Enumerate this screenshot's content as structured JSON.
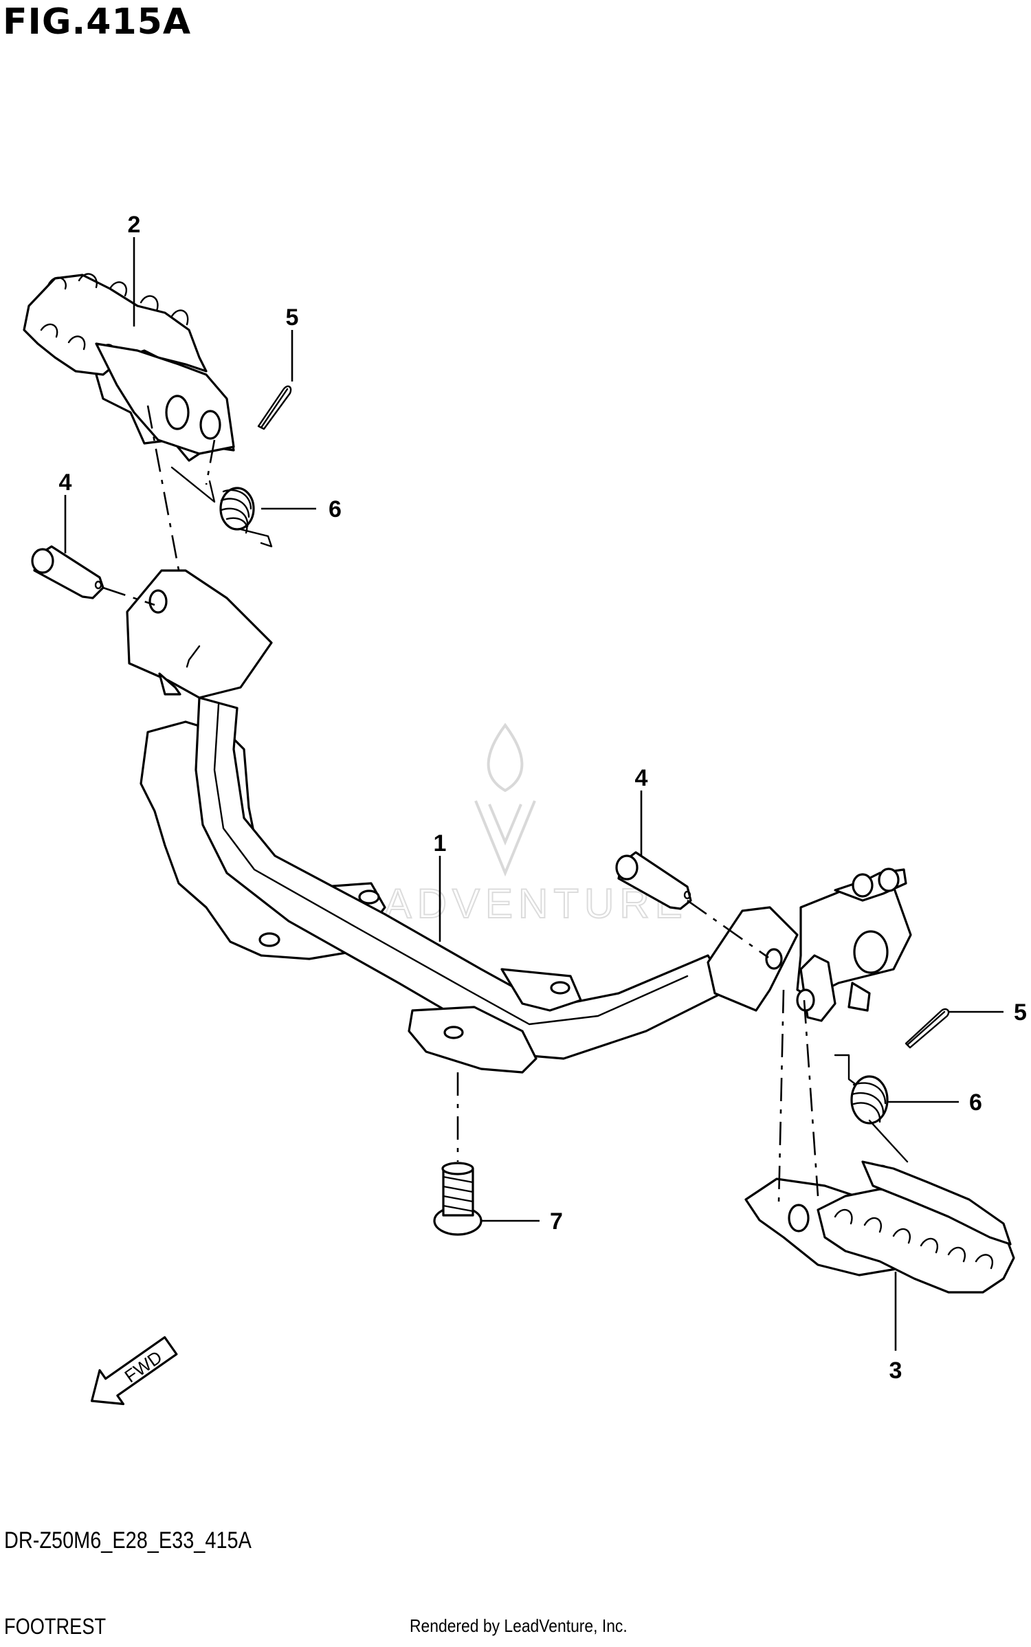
{
  "figure": {
    "title": "FIG.415A",
    "model_code": "DR-Z50M6_E28_E33_415A",
    "section_name": "FOOTREST",
    "rendered_by": "Rendered by LeadVenture, Inc.",
    "watermark": "LEADVENTURE",
    "direction_label": "FWD"
  },
  "callouts": [
    {
      "id": "c2-left-footrest",
      "number": "2"
    },
    {
      "id": "c5-upper-cotter-pin",
      "number": "5"
    },
    {
      "id": "c4-left-pin",
      "number": "4"
    },
    {
      "id": "c6-upper-spring",
      "number": "6"
    },
    {
      "id": "c1-bracket",
      "number": "1"
    },
    {
      "id": "c4-right-pin",
      "number": "4"
    },
    {
      "id": "c5-lower-cotter-pin",
      "number": "5"
    },
    {
      "id": "c6-lower-spring",
      "number": "6"
    },
    {
      "id": "c7-bolt",
      "number": "7"
    },
    {
      "id": "c3-right-footrest",
      "number": "3"
    }
  ]
}
